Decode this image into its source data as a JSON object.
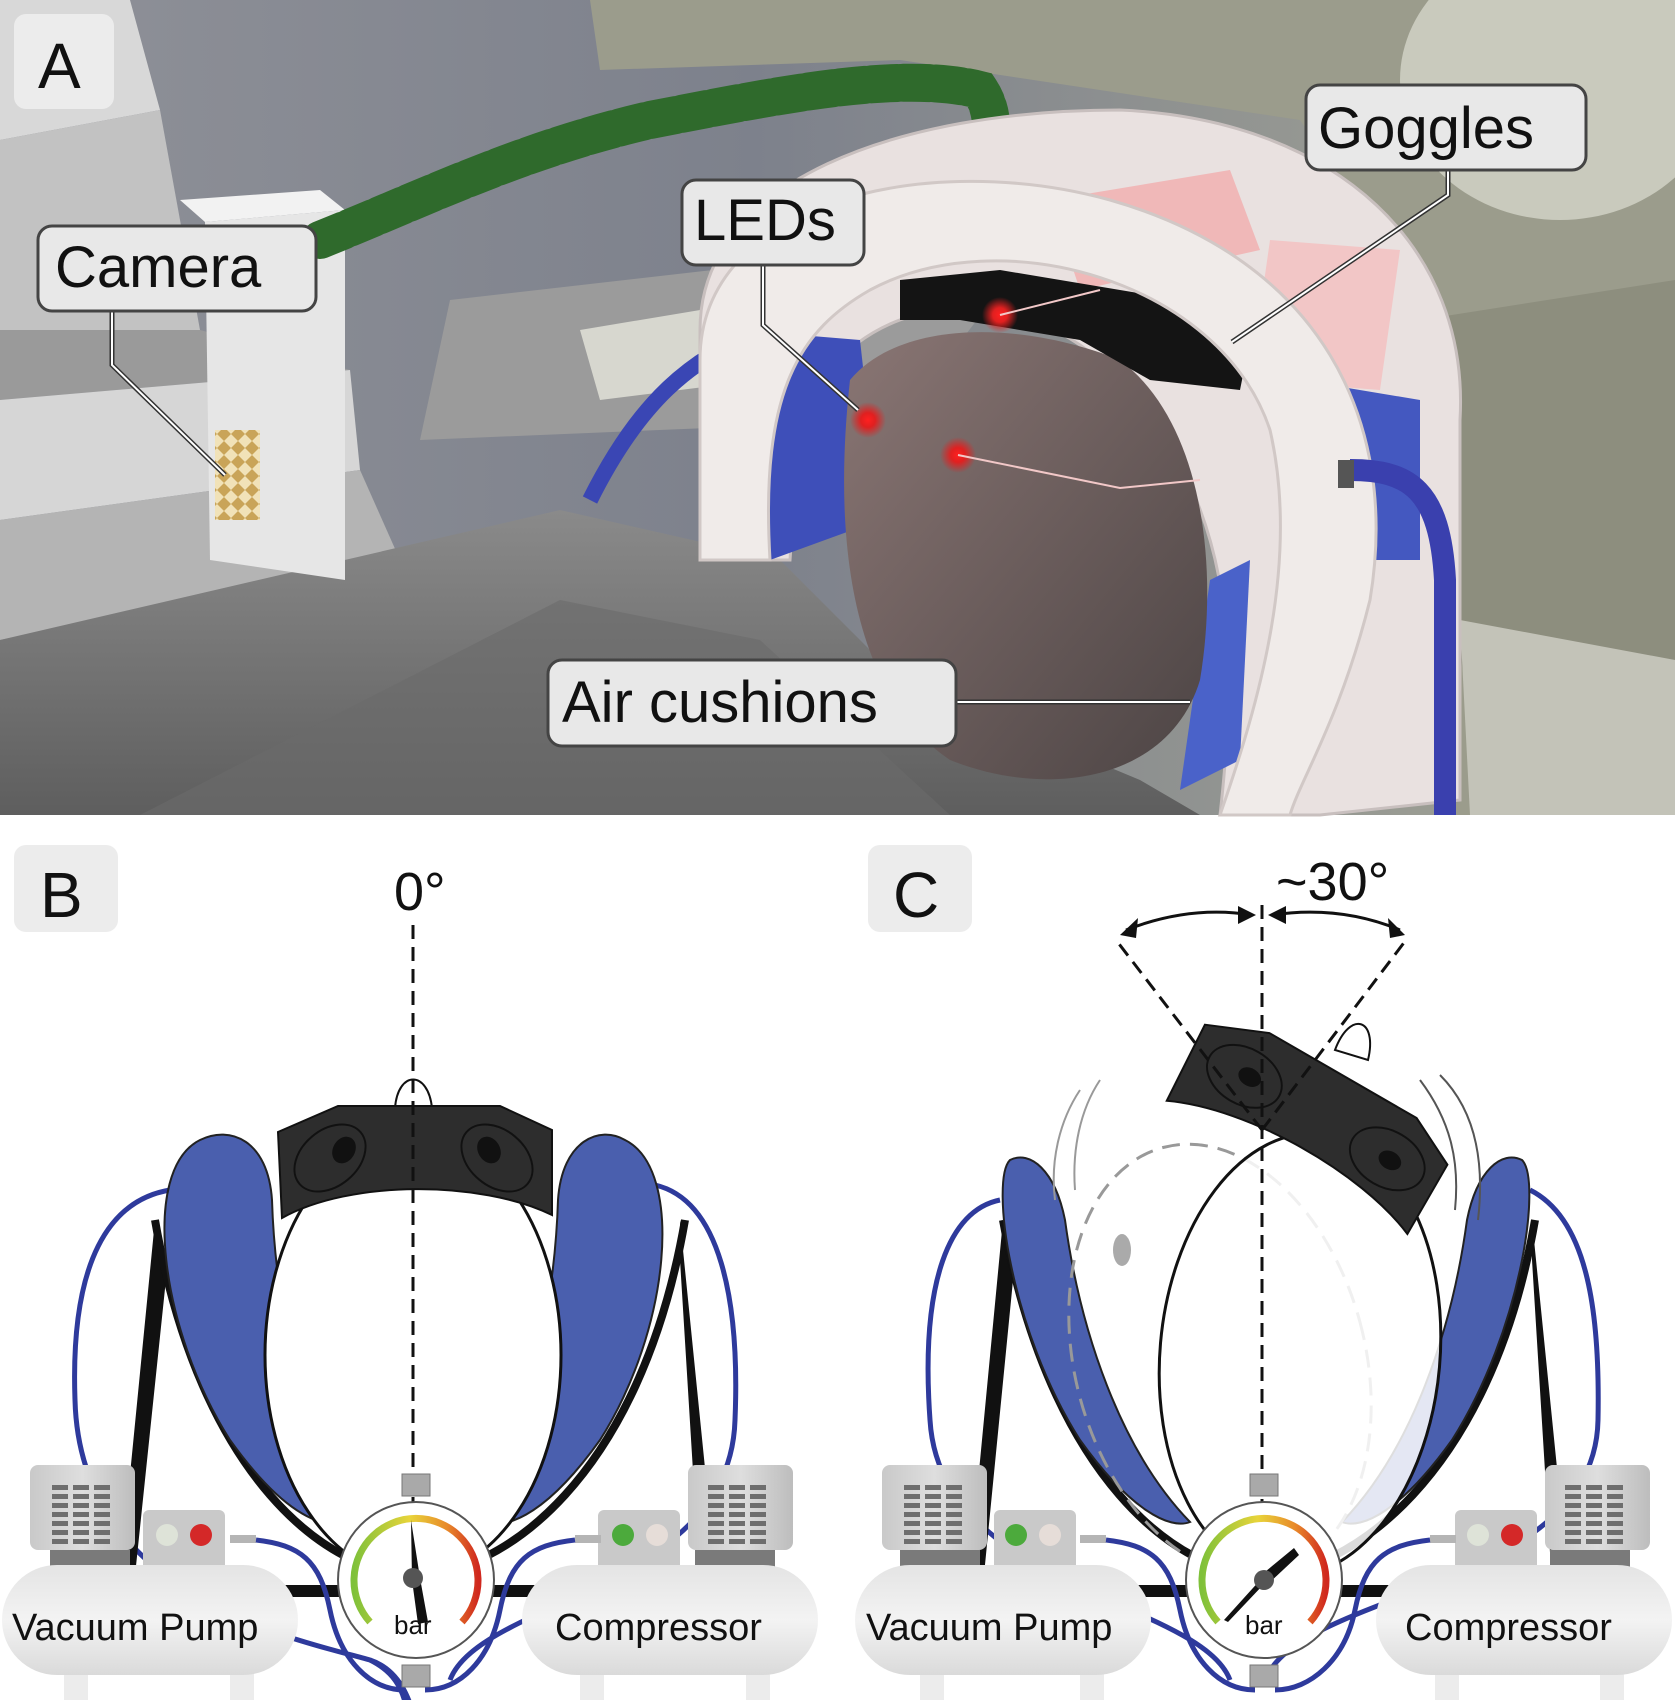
{
  "figure": {
    "panels": {
      "A": {
        "letter": "A",
        "callouts": {
          "camera": "Camera",
          "leds": "LEDs",
          "goggles": "Goggles",
          "air_cushions": "Air cushions"
        }
      },
      "B": {
        "letter": "B",
        "angle_label": "0°",
        "vacuum_pump_label": "Vacuum Pump",
        "compressor_label": "Compressor",
        "gauge_unit": "bar",
        "vacuum_pump_status": "off",
        "compressor_status": "on"
      },
      "C": {
        "letter": "C",
        "angle_label": "~30°",
        "vacuum_pump_label": "Vacuum Pump",
        "compressor_label": "Compressor",
        "gauge_unit": "bar",
        "vacuum_pump_status": "on",
        "compressor_status": "off"
      }
    },
    "colors": {
      "cushion_blue": "#4a5fae",
      "tube_blue": "#2e3a9c",
      "goggles_black": "#2a2a2a",
      "led_red": "#d42020",
      "light_green": "#4caa3c",
      "light_red": "#d42828",
      "tube_green": "#2f6a2c"
    }
  }
}
